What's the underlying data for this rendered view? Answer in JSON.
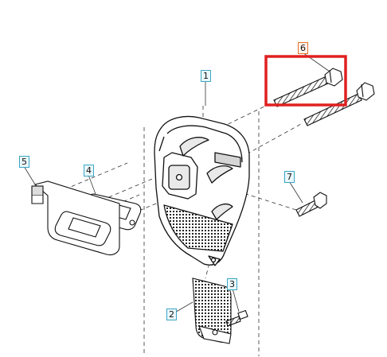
{
  "diagram": {
    "callouts": [
      {
        "id": "c1",
        "label": "1",
        "color": "#3aa6c4"
      },
      {
        "id": "c2",
        "label": "2",
        "color": "#3aa6c4"
      },
      {
        "id": "c3",
        "label": "3",
        "color": "#3aa6c4"
      },
      {
        "id": "c4",
        "label": "4",
        "color": "#3aa6c4"
      },
      {
        "id": "c5",
        "label": "5",
        "color": "#3aa6c4"
      },
      {
        "id": "c6",
        "label": "6",
        "color": "#e3722b"
      },
      {
        "id": "c7",
        "label": "7",
        "color": "#3aa6c4"
      }
    ],
    "highlight_color": "#e02020"
  }
}
